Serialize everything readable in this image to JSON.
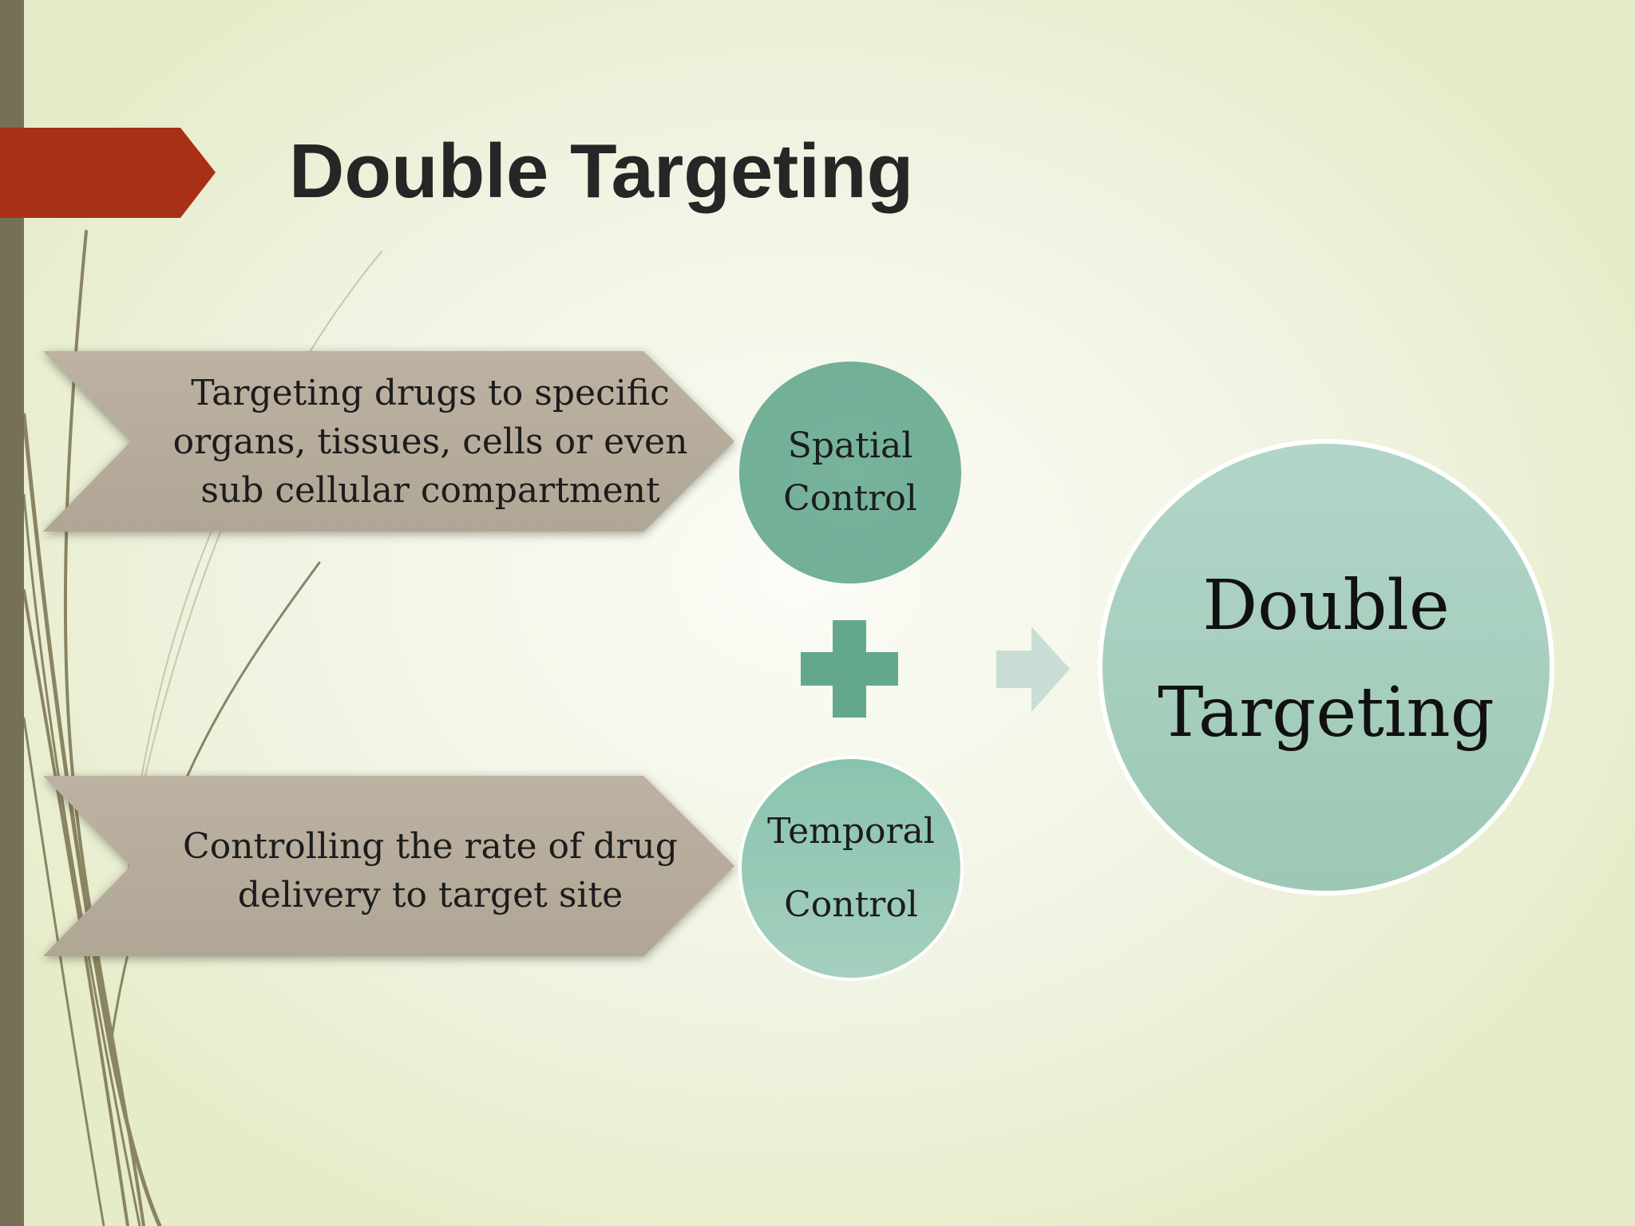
{
  "slide": {
    "title": "Double Targeting"
  },
  "diagram": {
    "inputs": [
      {
        "description": "Targeting drugs to specific organs, tissues, cells or even sub cellular compartment",
        "control": [
          "Spatial",
          "Control"
        ]
      },
      {
        "description": "Controlling the rate of drug delivery to target site",
        "control": [
          "Temporal",
          "Control"
        ]
      }
    ],
    "operator_icon": "plus-icon",
    "result_arrow_icon": "arrow-right-icon",
    "result": [
      "Double",
      "Targeting"
    ]
  },
  "colors": {
    "accent_red": "#a83016",
    "side_bar": "#767056",
    "chevron_fill": "#b7ad9c",
    "circle_green": "#6fae96",
    "plus_green": "#63a88d",
    "arrow_light": "#c8ded4",
    "result_circle": "#a8cfbe"
  }
}
